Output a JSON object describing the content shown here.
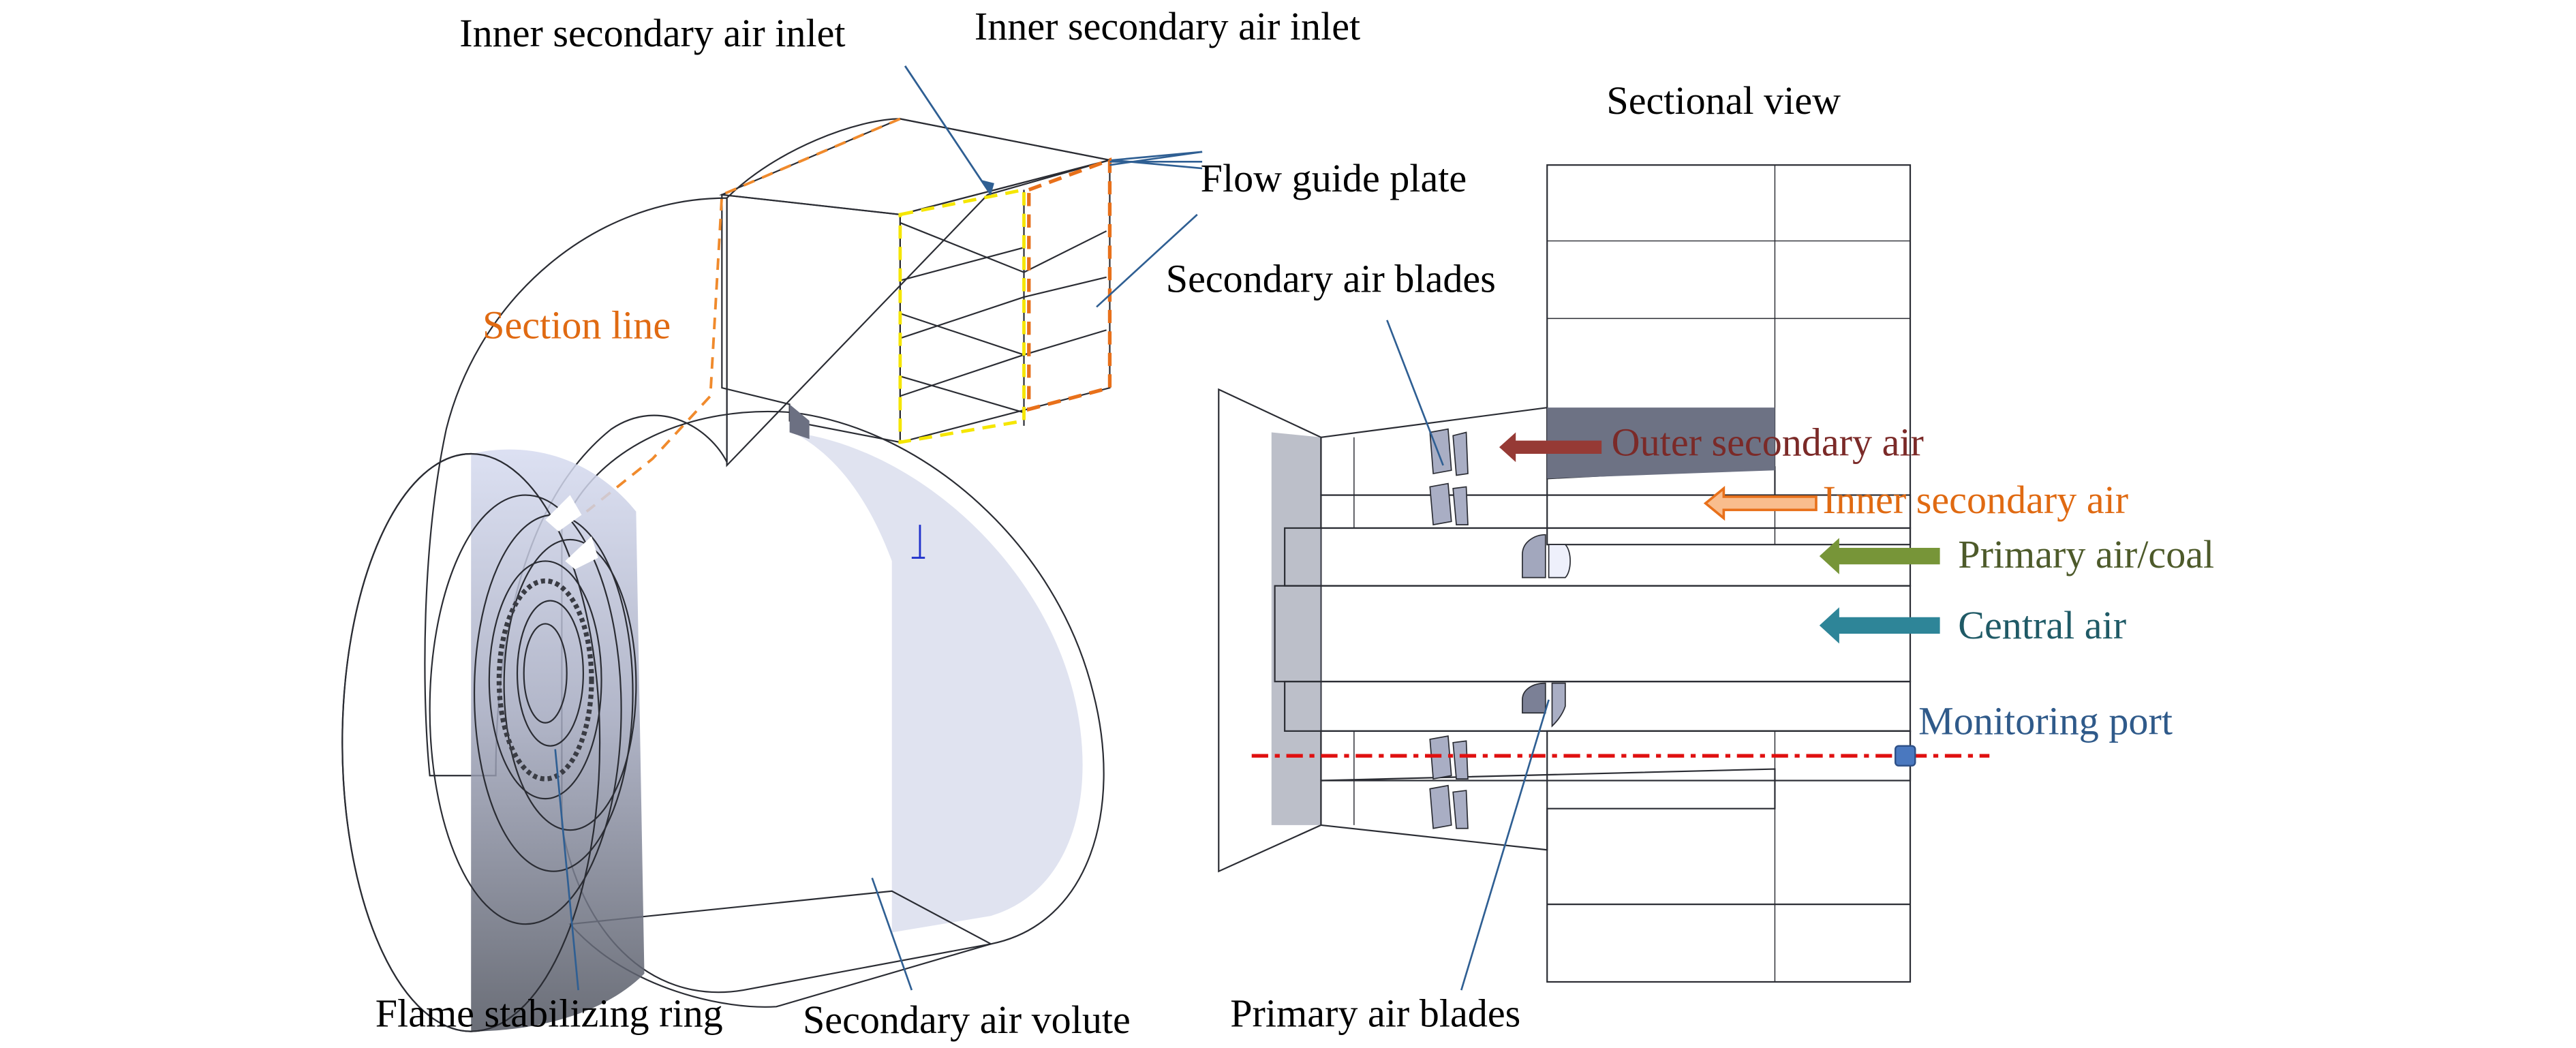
{
  "figure": {
    "title": "Sectional view",
    "labels": {
      "inner_inlet_1": "Inner secondary air inlet",
      "inner_inlet_2": "Inner secondary air inlet",
      "flow_guide_plate": "Flow guide plate",
      "secondary_air_blades": "Secondary air blades",
      "section_line": "Section line",
      "flame_stabilizing_ring": "Flame stabilizing ring",
      "secondary_air_volute": "Secondary air volute",
      "primary_air_blades": "Primary air blades",
      "monitoring_port": "Monitoring port"
    },
    "flows": [
      {
        "name": "Outer secondary air",
        "color": "#7b2a28",
        "arrow_color": "#963a35"
      },
      {
        "name": "Inner secondary air",
        "color": "#e06a12",
        "arrow_color": "#f9bd8d"
      },
      {
        "name": "Primary air/coal",
        "color": "#4d5a2a",
        "arrow_color": "#779538"
      },
      {
        "name": "Central air",
        "color": "#1f5a66",
        "arrow_color": "#2e8598"
      }
    ],
    "colors": {
      "section_line": "#f08a2c",
      "inner_inlet_outline": "#f5e600",
      "outer_inlet_outline": "#e8701a",
      "centerline": "#e01010",
      "leader": "#2f5f93",
      "monitoring_port": "#3a64a8"
    }
  }
}
